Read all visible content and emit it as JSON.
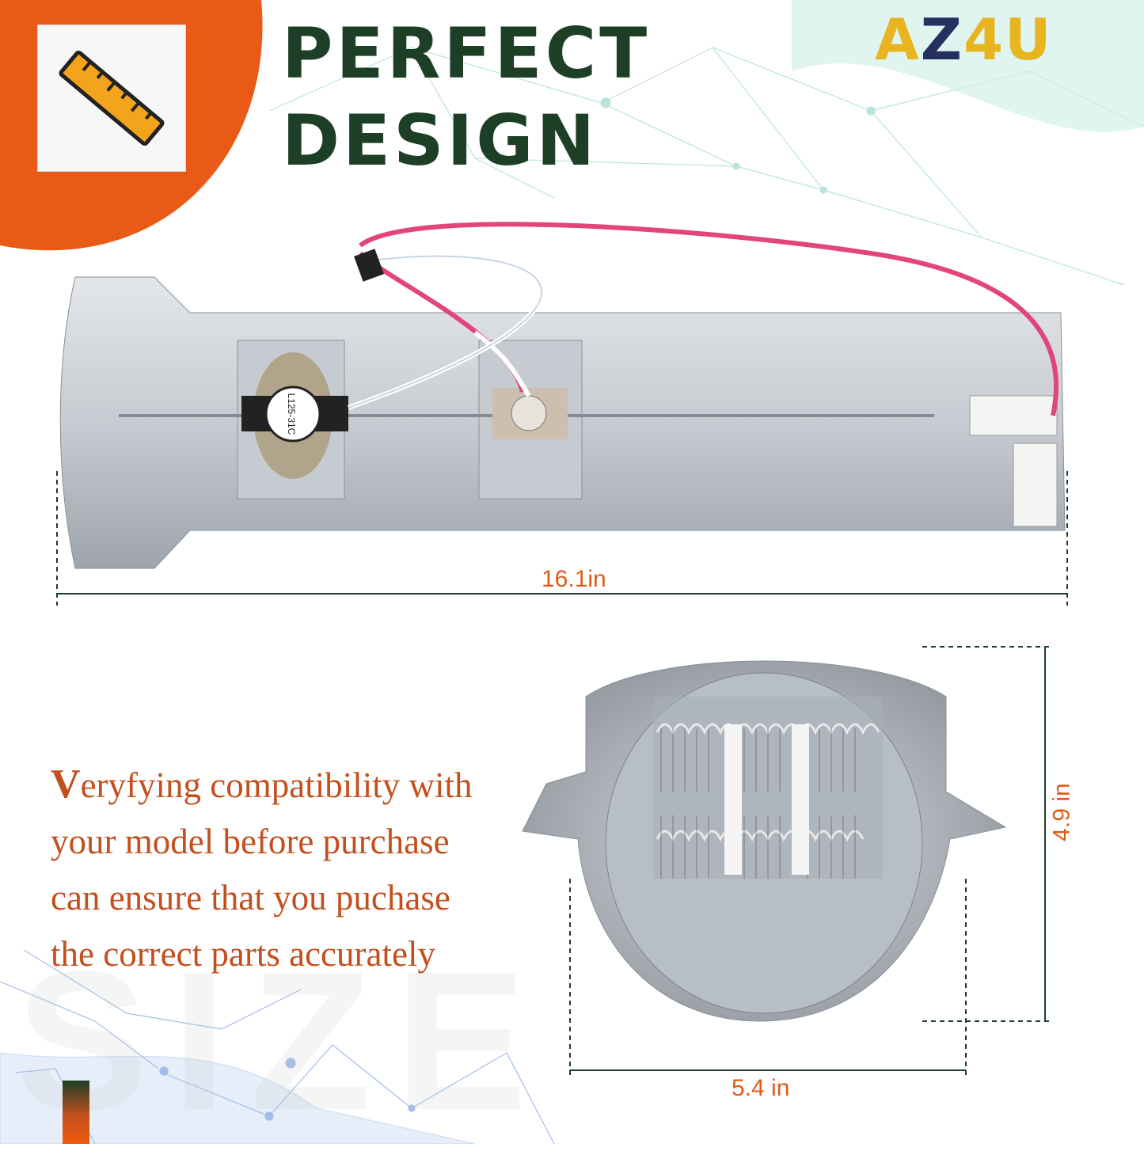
{
  "brand": {
    "logo_text_prefix": "A",
    "logo_text_z": "Z",
    "logo_text_suffix": "4U",
    "gold": "#e7b520",
    "navy": "#26305f"
  },
  "header": {
    "title_line1": "PERFECT",
    "title_line2": "DESIGN",
    "accent": "#e85a16",
    "title_color": "#1c3f26"
  },
  "product": {
    "thermostat_label": "L125-31C"
  },
  "dimensions": {
    "length": "16.1in",
    "height": "4.9 in",
    "width": "5.4 in"
  },
  "description": {
    "first_letter": "V",
    "lines": [
      "eryfying compatibility with",
      "your model before purchase",
      "can ensure that you puchase",
      "the correct parts accurately"
    ]
  },
  "watermark": "SIZE"
}
